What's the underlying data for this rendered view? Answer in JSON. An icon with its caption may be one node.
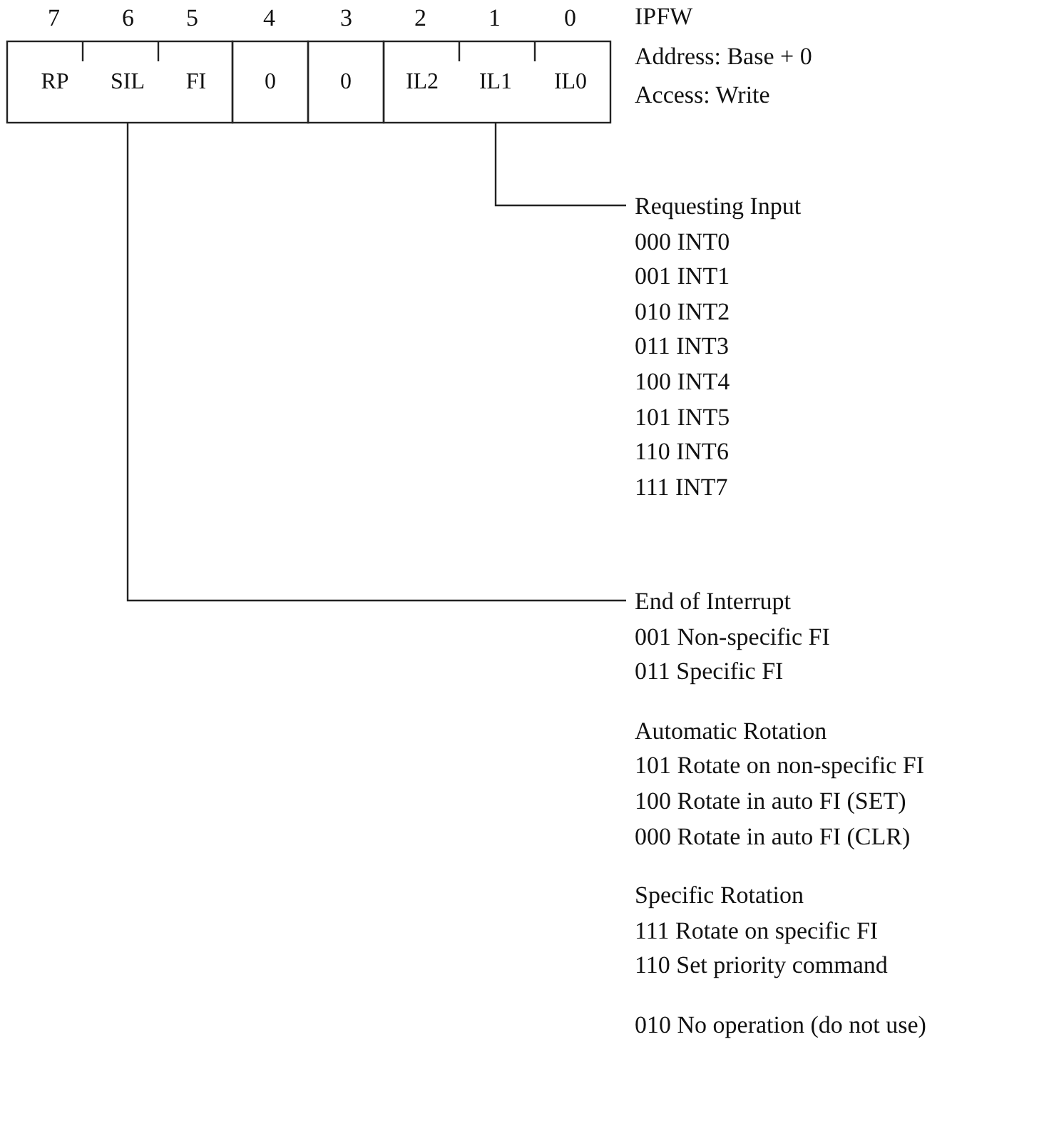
{
  "diagram": {
    "nodes": [
      {
        "text": [
          "RP"
        ],
        "beside": [
          "7"
        ]
      },
      {
        "text": [
          "SIL"
        ],
        "beside": [
          "6"
        ]
      },
      {
        "text": [
          "FI"
        ],
        "beside": [
          "5"
        ]
      },
      {
        "text": [
          "0"
        ],
        "beside": [
          "4"
        ]
      },
      {
        "text": [
          "0"
        ],
        "beside": [
          "3"
        ]
      },
      {
        "text": [
          "IL2"
        ],
        "beside": [
          "2"
        ]
      },
      {
        "text": [
          "IL1"
        ],
        "beside": [
          "1"
        ]
      },
      {
        "text": [
          "IL0"
        ],
        "beside": [
          "0"
        ]
      },
      {
        "text": [
          "Requesting Input",
          "000 INT0",
          "001 INT1",
          "010 INT2",
          "011 INT3",
          "100 INT4",
          "101 INT5",
          "110 INT6",
          "111 INT7"
        ]
      },
      {
        "text": [
          "End of Interrupt",
          "001 Non-specific FI",
          "011 Specific FI",
          "Automatic Rotation",
          "101 Rotate on non-specific FI",
          "100 Rotate in auto FI (SET)",
          "000 Rotate in auto FI (CLR)",
          "Specific Rotation",
          "111 Rotate on specific FI",
          "110 Set priority command",
          "010 No operation (do not use)"
        ]
      }
    ],
    "edges": [
      {
        "from": 6,
        "to": 8,
        "arrow": "none"
      },
      {
        "from": 1,
        "to": 9,
        "arrow": "none"
      }
    ],
    "labels": [
      "IPFW",
      "Address: Base + 0",
      "Access: Write"
    ]
  }
}
